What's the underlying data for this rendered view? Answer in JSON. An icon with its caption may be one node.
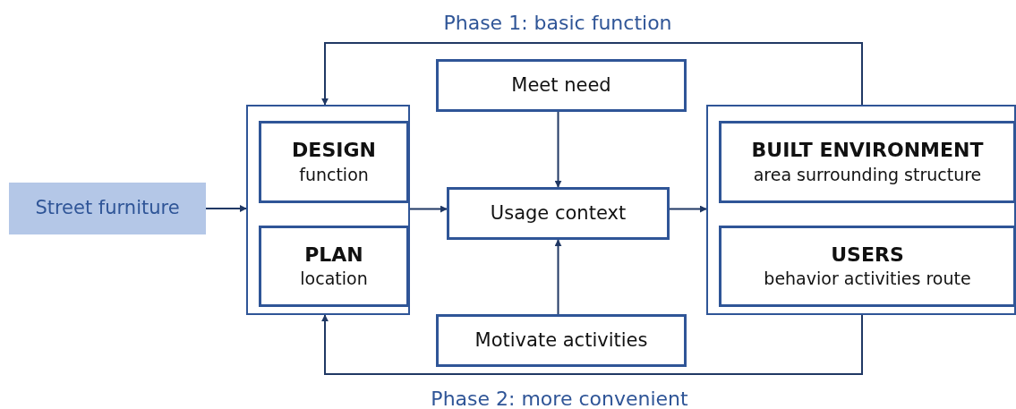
{
  "diagram": {
    "nodes": [
      {
        "text": [
          "Street furniture"
        ]
      },
      {
        "text": [],
        "shape": "box"
      },
      {
        "text": [
          "DESIGN",
          "function"
        ],
        "in": 1
      },
      {
        "text": [
          "PLAN",
          "location"
        ],
        "in": 1
      },
      {
        "text": [
          "Meet need"
        ]
      },
      {
        "text": [
          "Usage context"
        ]
      },
      {
        "text": [
          "Motivate activities"
        ]
      },
      {
        "text": [],
        "shape": "box"
      },
      {
        "text": [
          "BUILT ENVIRONMENT",
          "area surrounding structure"
        ],
        "in": 7
      },
      {
        "text": [
          "USERS",
          "behavior activities route"
        ],
        "in": 7
      }
    ],
    "edges": [
      {
        "from": 0,
        "to": 1,
        "arrow": "to"
      },
      {
        "from": 1,
        "to": 5,
        "arrow": "to"
      },
      {
        "from": 4,
        "to": 5,
        "arrow": "to"
      },
      {
        "from": 6,
        "to": 5,
        "arrow": "to"
      },
      {
        "from": 5,
        "to": 7,
        "arrow": "to"
      },
      {
        "from": 7,
        "to": 1,
        "arrow": "to",
        "label": "Phase 1: basic function"
      },
      {
        "from": 7,
        "to": 1,
        "arrow": "to",
        "label": "Phase 2: more convenient"
      }
    ]
  }
}
